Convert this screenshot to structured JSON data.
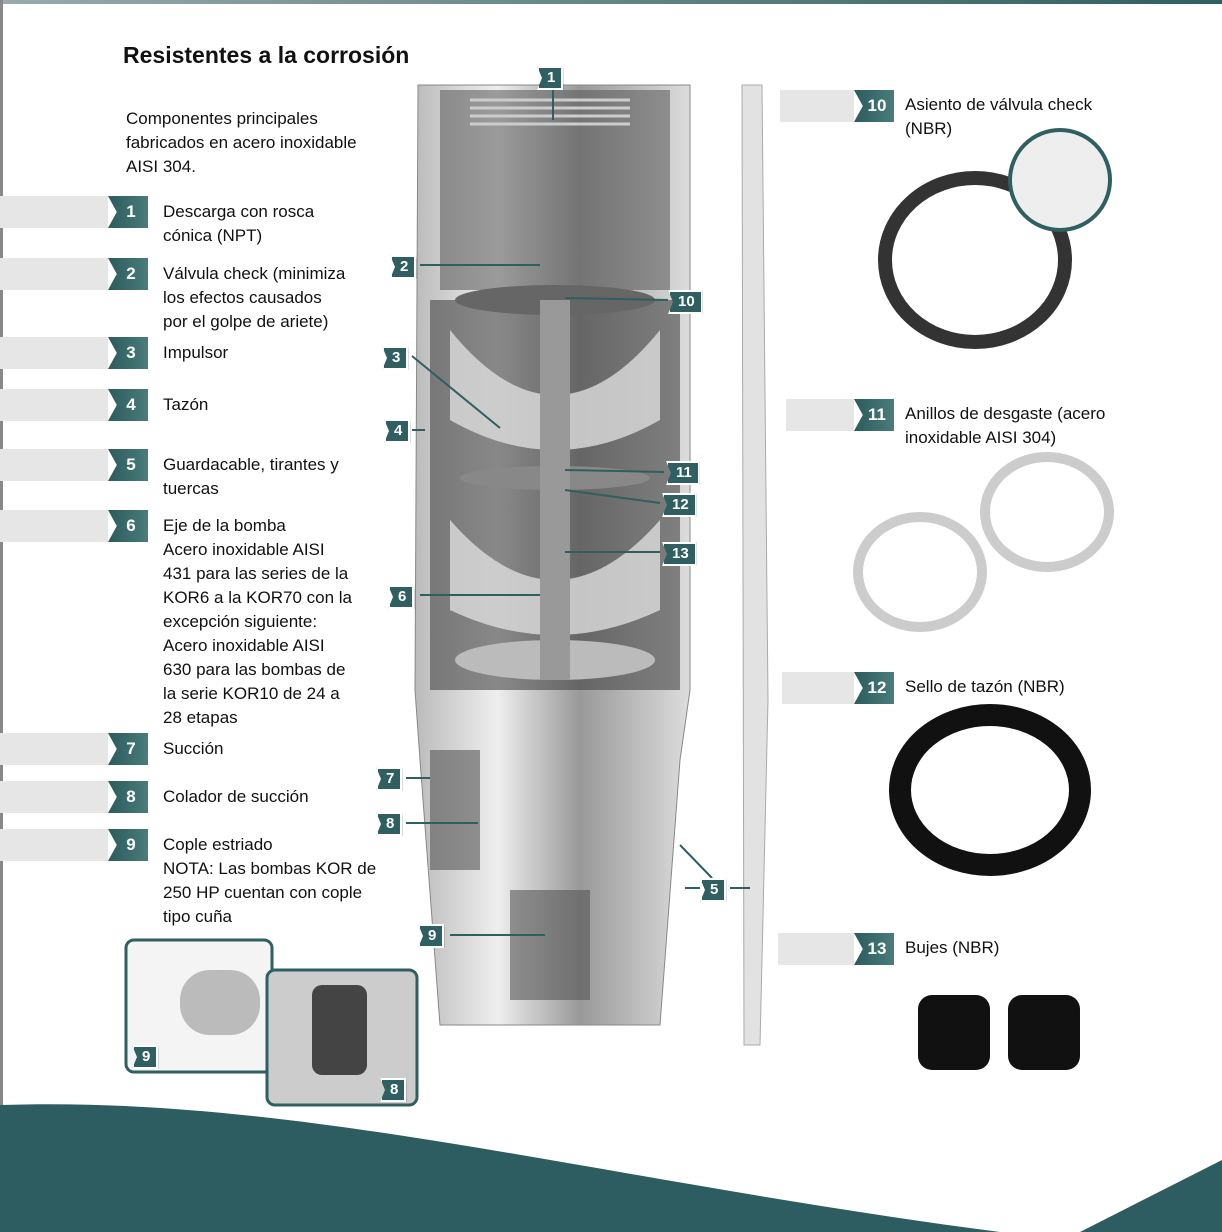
{
  "title": "Resistentes a la corrosión",
  "intro": "Componentes principales fabricados en acero inoxidable AISI 304.",
  "left_items": [
    {
      "num": "1",
      "text": "Descarga con rosca\ncónica (NPT)"
    },
    {
      "num": "2",
      "text": "Válvula check (minimiza\nlos efectos causados\npor el golpe de ariete)"
    },
    {
      "num": "3",
      "text": "Impulsor"
    },
    {
      "num": "4",
      "text": "Tazón"
    },
    {
      "num": "5",
      "text": "Guardacable, tirantes y\ntuercas"
    },
    {
      "num": "6",
      "text": "Eje de la bomba\nAcero inoxidable AISI\n431 para las series de la\nKOR6 a la KOR70 con la\nexcepción siguiente:\nAcero inoxidable AISI\n630 para las bombas de\nla serie KOR10 de 24 a\n28 etapas"
    },
    {
      "num": "7",
      "text": "Succión"
    },
    {
      "num": "8",
      "text": "Colador de succión"
    },
    {
      "num": "9",
      "text": "Cople estriado\nNOTA: Las bombas KOR de\n250 HP cuentan con cople\ntipo cuña"
    }
  ],
  "right_items": [
    {
      "num": "10",
      "text": "Asiento de válvula check\n(NBR)"
    },
    {
      "num": "11",
      "text": "Anillos de desgaste (acero\ninoxidable AISI 304)"
    },
    {
      "num": "12",
      "text": "Sello de tazón (NBR)"
    },
    {
      "num": "13",
      "text": "Bujes (NBR)"
    }
  ],
  "callouts": [
    "1",
    "2",
    "10",
    "3",
    "4",
    "11",
    "12",
    "13",
    "6",
    "7",
    "8",
    "5",
    "9",
    "9",
    "8"
  ],
  "colors": {
    "accent": "#2f5f60",
    "bar": "#e6e6e6"
  }
}
